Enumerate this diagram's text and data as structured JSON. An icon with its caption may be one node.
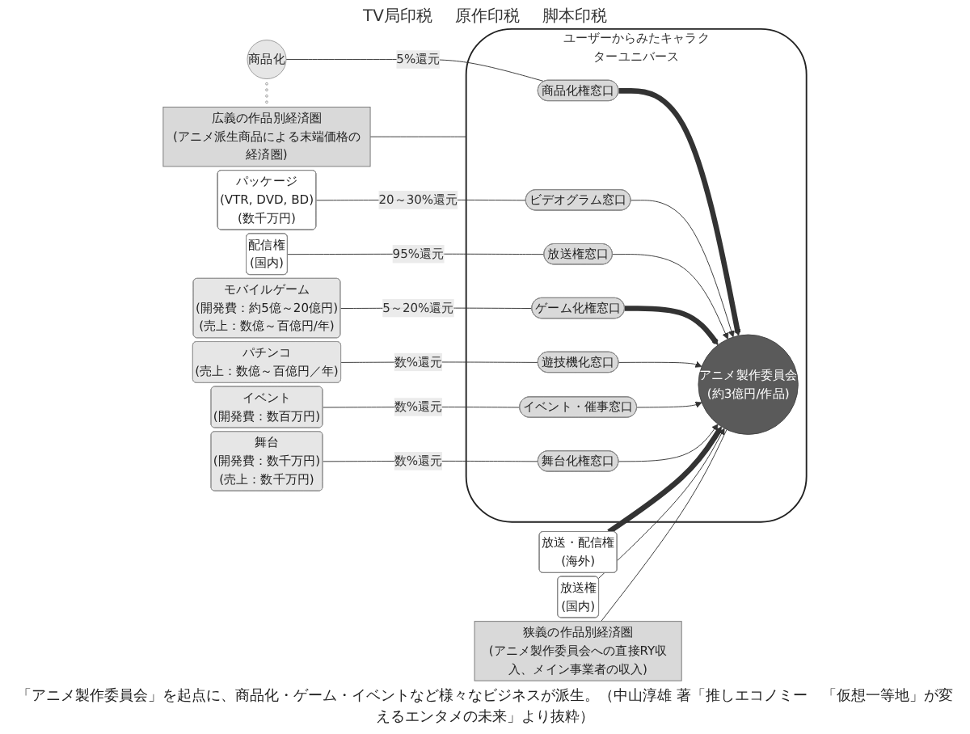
{
  "diagram": {
    "caption": "「アニメ製作委員会」を起点に、商品化・ゲーム・イベントなど様々なビジネスが派生。（中山淳雄 著「推しエコノミー　「仮想一等地」が変えるエンタメの未来」より抜粋）",
    "nodes": [
      {
        "text": [
          "ユーザーからみたキャラクターユニバース"
        ]
      },
      {
        "text": [
          "商品化"
        ]
      },
      {
        "text": [],
        "shape": "circle"
      },
      {
        "text": [],
        "shape": "circle"
      },
      {
        "text": [],
        "shape": "circle"
      },
      {
        "text": [],
        "shape": "circle"
      },
      {
        "text": [
          "パッケージ",
          "(VTR, DVD, BD)",
          "(数千万円)"
        ]
      },
      {
        "text": [
          "商品化権窓口"
        ],
        "in": 0
      },
      {
        "text": [
          "ビデオグラム窓口"
        ],
        "in": 0
      },
      {
        "text": [
          "放送・配信権",
          "(海外)"
        ]
      },
      {
        "text": [
          "アニメ製作委員会",
          "(約3億円/作品)"
        ],
        "in": 0
      },
      {
        "text": [
          "放送権窓口"
        ],
        "in": 0
      },
      {
        "text": [
          "配信権",
          "(国内)"
        ]
      },
      {
        "text": [
          "狭義の作品別経済圏",
          "(アニメ製作委員会への直接RY収入、メイン事業者の収入)"
        ]
      },
      {
        "text": [
          "放送権",
          "(国内)"
        ]
      },
      {
        "text": [
          "広義の作品別経済圏",
          "(アニメ派生商品による末端価格の経済圏)"
        ]
      },
      {
        "text": [
          "ゲーム化権窓口"
        ],
        "in": 0
      },
      {
        "text": [
          "遊技機化窓口"
        ],
        "in": 0
      },
      {
        "text": [
          "舞台化権窓口"
        ],
        "in": 0
      },
      {
        "text": [
          "イベント・催事窓口"
        ],
        "in": 0
      },
      {
        "text": [
          "モバイルゲーム",
          "(開発費：約5億～20億円)",
          "(売上：数億～百億円/年)"
        ]
      },
      {
        "text": [
          "パチンコ",
          "(売上：数億～百億円／年)"
        ]
      },
      {
        "text": [
          "舞台",
          "(開発費：数千万円)",
          "(売上：数千万円)"
        ]
      },
      {
        "text": [
          "イベント",
          "(開発費：数百万円)"
        ]
      }
    ],
    "edges": [
      {
        "from": 1,
        "to": 7,
        "arrow": "none",
        "label": "5%還元"
      },
      {
        "from": 7,
        "to": 10,
        "arrow": "to",
        "style": "thick"
      },
      {
        "from": 6,
        "to": 8,
        "arrow": "none",
        "label": "20～30%還元"
      },
      {
        "from": 8,
        "to": 10,
        "arrow": "to"
      },
      {
        "from": 9,
        "to": 10,
        "arrow": "to",
        "style": "thick"
      },
      {
        "from": 12,
        "to": 11,
        "arrow": "none",
        "label": "95%還元"
      },
      {
        "from": 11,
        "to": 10,
        "arrow": "to"
      },
      {
        "from": 14,
        "to": 10,
        "arrow": "to"
      },
      {
        "from": 13,
        "to": 10,
        "arrow": "none"
      },
      {
        "from": 15,
        "to": 0,
        "arrow": "none"
      },
      {
        "from": 20,
        "to": 16,
        "arrow": "none",
        "label": "5～20%還元"
      },
      {
        "from": 16,
        "to": 10,
        "arrow": "to",
        "style": "thick"
      },
      {
        "from": 21,
        "to": 17,
        "arrow": "none",
        "label": "数%還元"
      },
      {
        "from": 17,
        "to": 10,
        "arrow": "to"
      },
      {
        "from": 23,
        "to": 19,
        "arrow": "none",
        "label": "数%還元"
      },
      {
        "from": 19,
        "to": 10,
        "arrow": "to"
      },
      {
        "from": 22,
        "to": 18,
        "arrow": "none",
        "label": "数%還元"
      },
      {
        "from": 18,
        "to": 10,
        "arrow": "to"
      }
    ],
    "labels": [
      "TV局印税",
      "原作印税",
      "脚本印税"
    ]
  }
}
